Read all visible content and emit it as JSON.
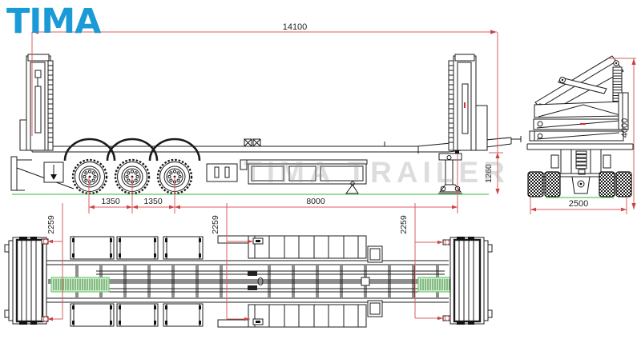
{
  "logo": {
    "text": "TIMA",
    "color": "#1a9ad7"
  },
  "watermark": {
    "text": "TIMA TRAILER"
  },
  "dimensions": {
    "total_length": "14100",
    "axle_gap_1": "1350",
    "axle_gap_2": "1350",
    "axle_to_rear": "8000",
    "deck_height": "1260",
    "overall_height": "4000",
    "overall_width": "2500",
    "outrigger_front": "2259",
    "outrigger_mid": "2259",
    "outrigger_rear": "2259"
  },
  "colors": {
    "dimension_line": "#d95f5f",
    "ground_line": "#5ec75e",
    "drawing_line": "#1c1c1c",
    "highlight_fill": "#cfeacf",
    "logo_blue": "#1a9ad7"
  }
}
